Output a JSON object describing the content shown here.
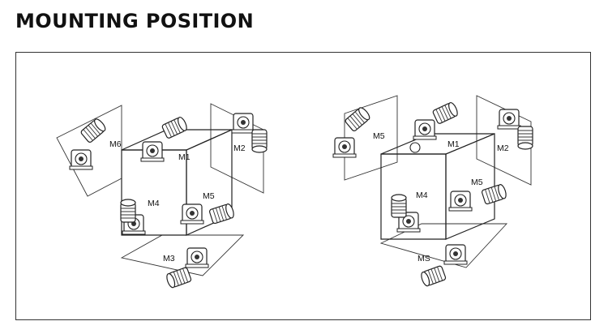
{
  "page": {
    "title": "MOUNTING POSITION"
  },
  "diagrams": [
    {
      "labels": {
        "m1": "M1",
        "m2": "M2",
        "m3": "M3",
        "m4": "M4",
        "m5": "M5",
        "m6": "M6"
      }
    },
    {
      "labels": {
        "m1": "M1",
        "m2": "M2",
        "m4": "M4",
        "m5a": "M5",
        "m5b": "M5",
        "ms": "MS"
      }
    }
  ]
}
